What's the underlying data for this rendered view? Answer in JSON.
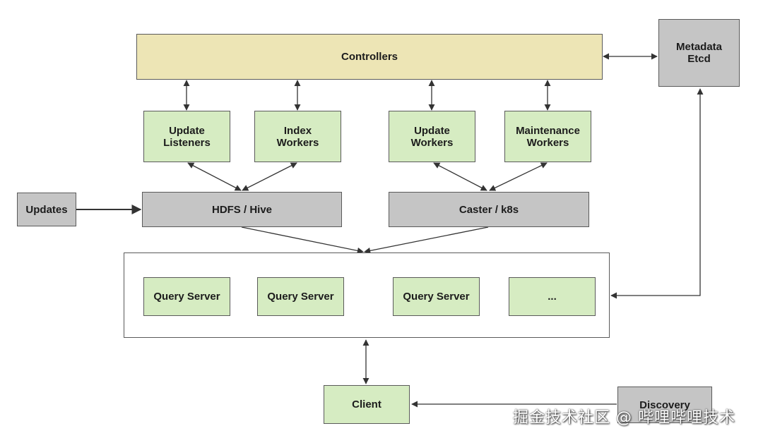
{
  "nodes": {
    "controllers": "Controllers",
    "metadata": "Metadata\nEtcd",
    "update_listeners": "Update\nListeners",
    "index_workers": "Index\nWorkers",
    "update_workers": "Update\nWorkers",
    "maintenance_workers": "Maintenance\nWorkers",
    "updates": "Updates",
    "hdfs_hive": "HDFS / Hive",
    "caster_k8s": "Caster / k8s",
    "query_server_1": "Query Server",
    "query_server_2": "Query Server",
    "query_server_3": "Query Server",
    "query_more": "...",
    "client": "Client",
    "discovery": "Discovery"
  },
  "colors": {
    "controllers": "#ede5b5",
    "worker": "#d6ecc2",
    "infra": "#c5c5c5"
  },
  "edges": [
    {
      "from": "controllers",
      "to": "metadata",
      "bidirectional": true
    },
    {
      "from": "controllers",
      "to": "update_listeners",
      "bidirectional": true
    },
    {
      "from": "controllers",
      "to": "index_workers",
      "bidirectional": true
    },
    {
      "from": "controllers",
      "to": "update_workers",
      "bidirectional": true
    },
    {
      "from": "controllers",
      "to": "maintenance_workers",
      "bidirectional": true
    },
    {
      "from": "update_listeners",
      "to": "hdfs_hive",
      "bidirectional": true
    },
    {
      "from": "index_workers",
      "to": "hdfs_hive",
      "bidirectional": true
    },
    {
      "from": "update_workers",
      "to": "caster_k8s",
      "bidirectional": true
    },
    {
      "from": "maintenance_workers",
      "to": "caster_k8s",
      "bidirectional": true
    },
    {
      "from": "updates",
      "to": "hdfs_hive",
      "bidirectional": false
    },
    {
      "from": "hdfs_hive",
      "to": "query_cluster",
      "bidirectional": false
    },
    {
      "from": "caster_k8s",
      "to": "query_cluster",
      "bidirectional": false
    },
    {
      "from": "metadata",
      "to": "query_cluster",
      "bidirectional": true
    },
    {
      "from": "query_cluster",
      "to": "client",
      "bidirectional": true
    },
    {
      "from": "discovery",
      "to": "client",
      "bidirectional": false
    }
  ],
  "watermark": "掘金技术社区 @ 哔哩哔哩技术"
}
